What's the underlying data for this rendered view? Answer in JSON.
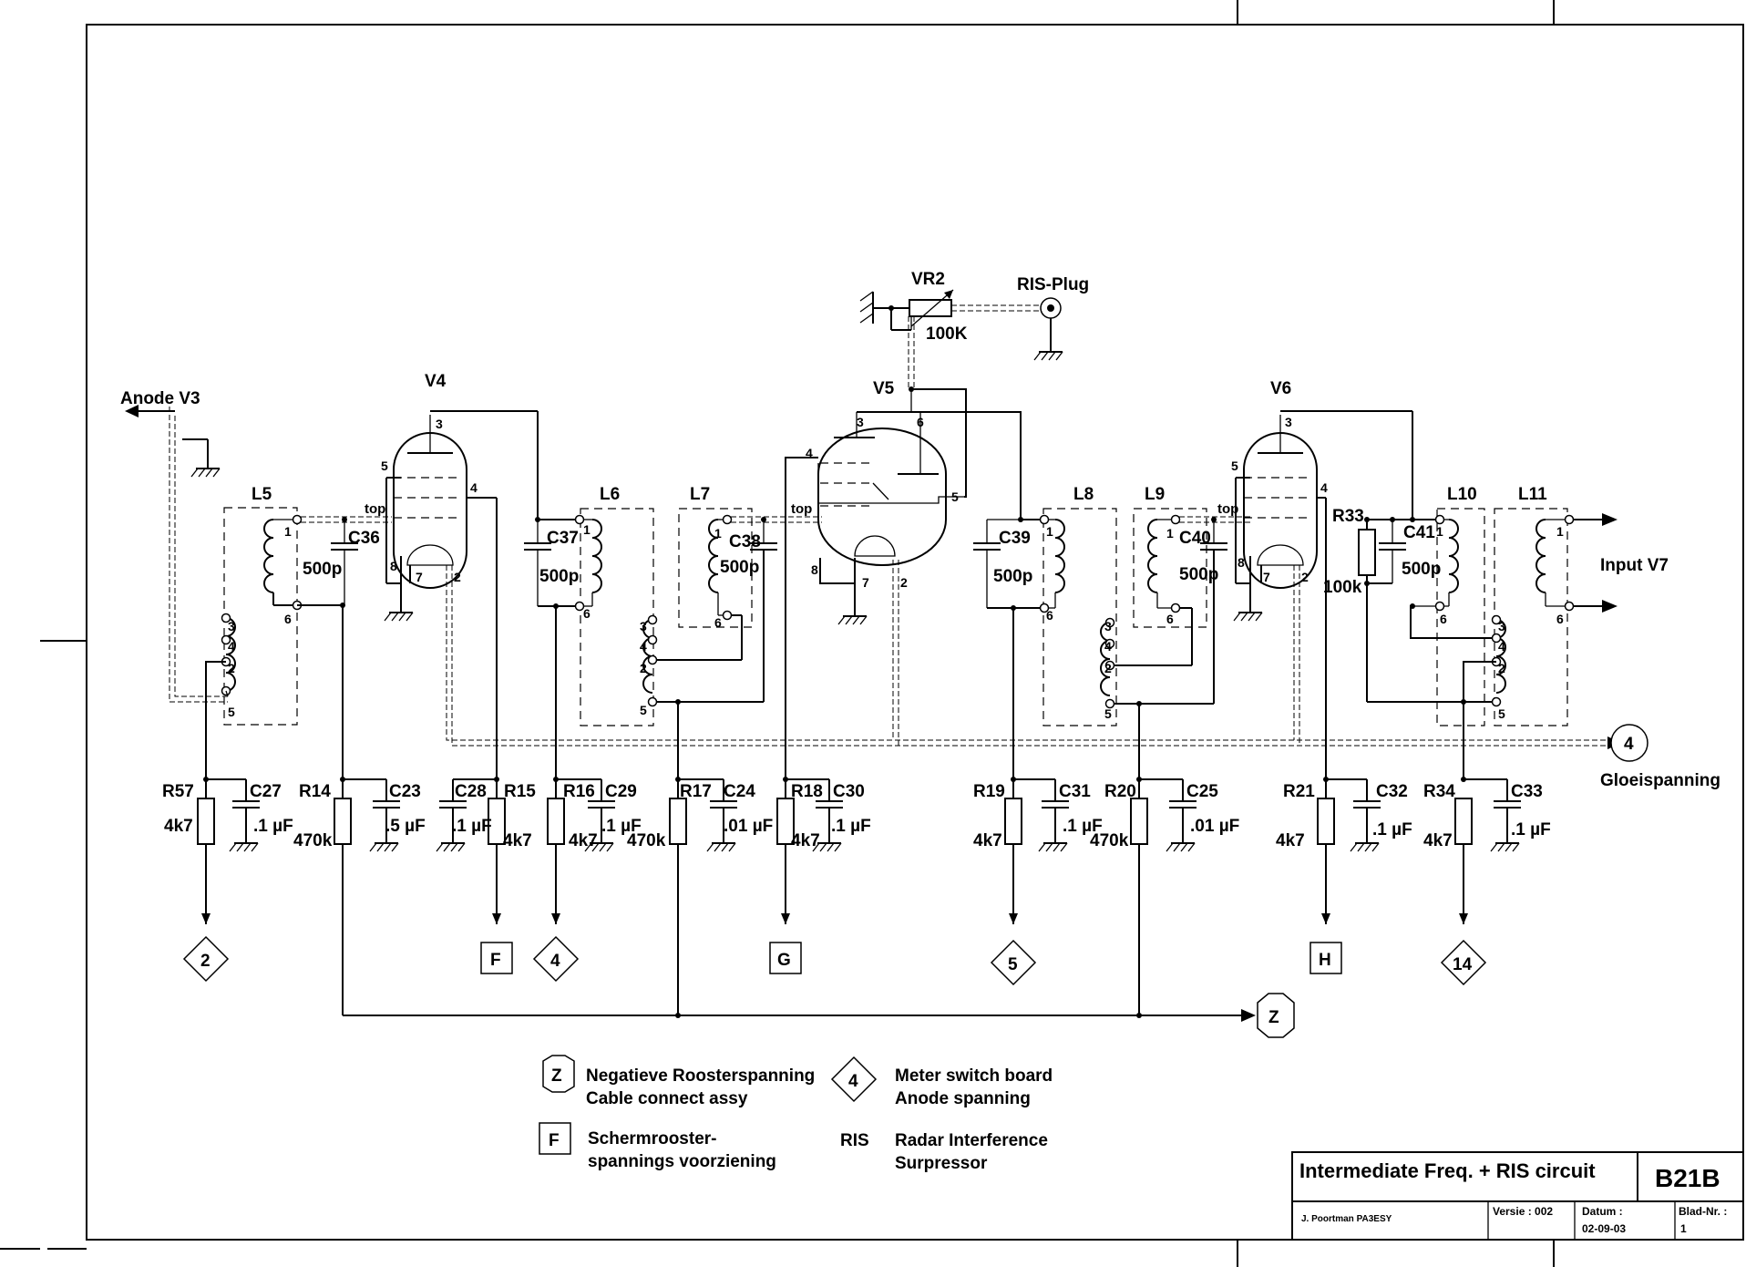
{
  "title_block": {
    "title": "Intermediate Freq. + RIS circuit",
    "sheet_code": "B21B",
    "author": "J. Poortman   PA3ESY",
    "version_label": "Versie : 002",
    "date_label": "Datum :",
    "date": "02-09-03",
    "page_label": "Blad-Nr. :",
    "page": "1"
  },
  "tubes": {
    "v4": "V4",
    "v5": "V5",
    "v6": "V6"
  },
  "coils": {
    "l5": "L5",
    "l6": "L6",
    "l7": "L7",
    "l8": "L8",
    "l9": "L9",
    "l10": "L10",
    "l11": "L11"
  },
  "capacitors": {
    "c36": "C36",
    "c36_v": "500p",
    "c37": "C37",
    "c37_v": "500p",
    "c38": "C38",
    "c38_v": "500p",
    "c39": "C39",
    "c39_v": "500p",
    "c40": "C40",
    "c40_v": "500p",
    "c41": "C41",
    "c41_v": "500p",
    "c27": "C27",
    "c27_v": ".1 µF",
    "c23": "C23",
    "c23_v": ".5 µF",
    "c28": "C28",
    "c28_v": ".1 µF",
    "c29": "C29",
    "c29_v": ".1 µF",
    "c24": "C24",
    "c24_v": ".01 µF",
    "c30": "C30",
    "c30_v": ".1 µF",
    "c31": "C31",
    "c31_v": ".1 µF",
    "c25": "C25",
    "c25_v": ".01 µF",
    "c32": "C32",
    "c32_v": ".1 µF",
    "c33": "C33",
    "c33_v": ".1 µF"
  },
  "resistors": {
    "r57": "R57",
    "r57_v": "4k7",
    "r14": "R14",
    "r14_v": "470k",
    "r15": "R15",
    "r15_v": "4k7",
    "r16": "R16",
    "r16_v": "4k7",
    "r17": "R17",
    "r17_v": "470k",
    "r18": "R18",
    "r18_v": "4k7",
    "r19": "R19",
    "r19_v": "4k7",
    "r20": "R20",
    "r20_v": "470k",
    "r21": "R21",
    "r21_v": "4k7",
    "r34": "R34",
    "r34_v": "4k7",
    "r33": "R33",
    "r33_v": "100k",
    "vr2": "VR2",
    "vr2_v": "100K"
  },
  "labels": {
    "anode_v3": "Anode V3",
    "input_v7": "Input V7",
    "ris_plug": "RIS-Plug",
    "gloeispanning": "Gloeispanning",
    "top": "top"
  },
  "connectors": {
    "c2": "2",
    "cF": "F",
    "c4": "4",
    "cG": "G",
    "c5": "5",
    "cH": "H",
    "c14": "14",
    "cZ": "Z",
    "c4_glow": "4"
  },
  "legend": {
    "z_symbol": "Z",
    "z_line1": "Negatieve Roosterspanning",
    "z_line2": "Cable connect assy",
    "four_symbol": "4",
    "four_line1": "Meter switch board",
    "four_line2": "Anode spanning",
    "f_symbol": "F",
    "f_line1": "Schermrooster-",
    "f_line2": "spannings voorziening",
    "ris_abbr": "RIS",
    "ris_line1": "Radar Interference",
    "ris_line2": "Surpressor"
  }
}
